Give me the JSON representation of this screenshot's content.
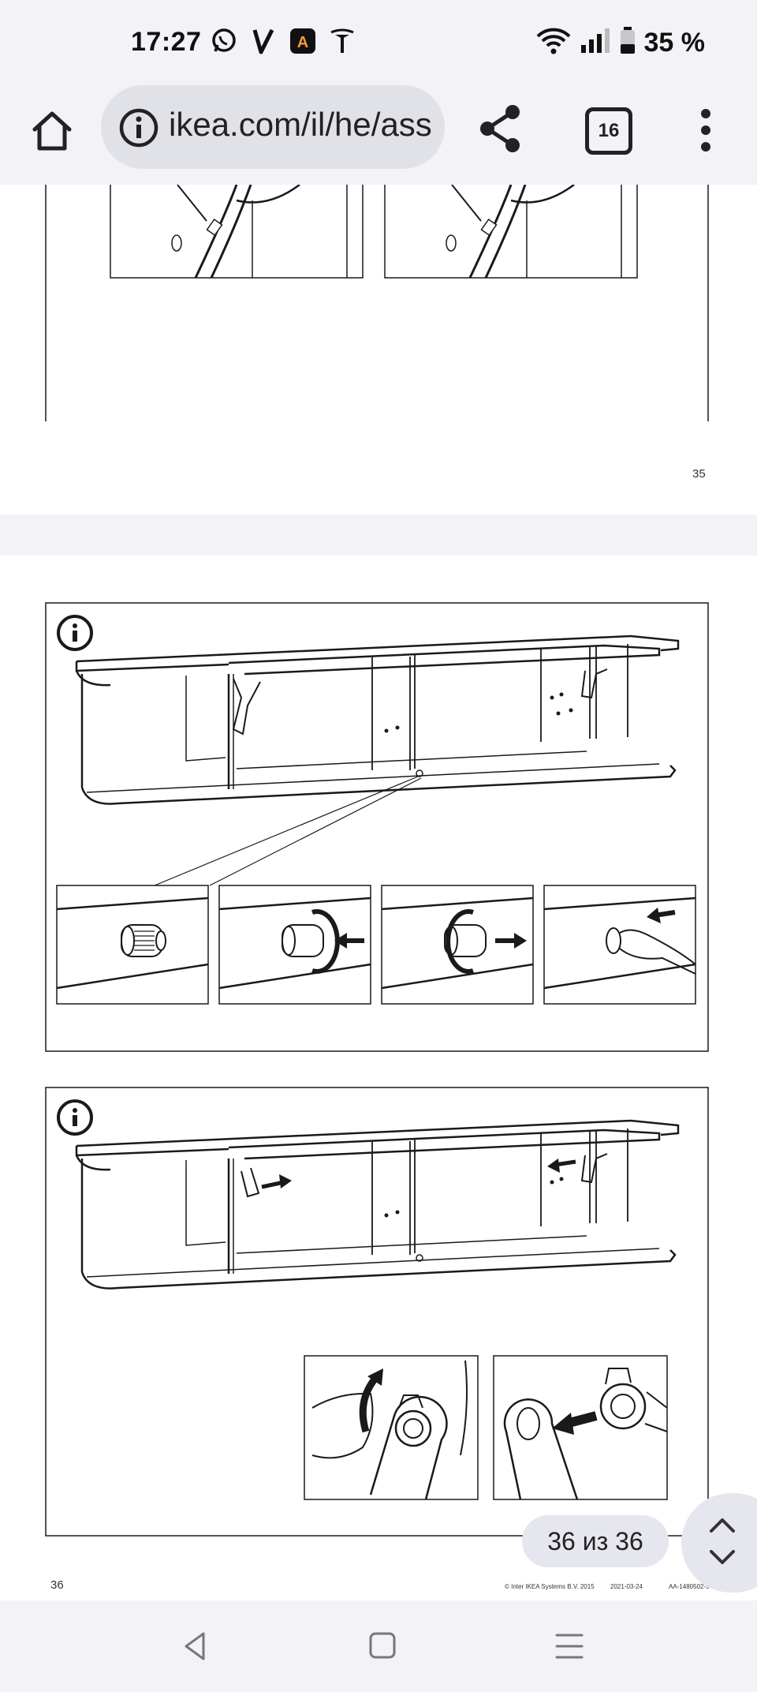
{
  "status": {
    "time": "17:27",
    "battery": "35 %",
    "left_icons": [
      "whatsapp-icon",
      "v-app-icon",
      "aliexpress-icon",
      "tesla-icon"
    ],
    "right_icons": [
      "wifi-icon",
      "signal-icon",
      "battery-icon"
    ]
  },
  "browser": {
    "url": "ikea.com/il/he/ass",
    "tab_count": "16"
  },
  "document": {
    "page35_number": "35",
    "page36_number": "36",
    "footer_copyright": "© Inter IKEA Systems B.V. 2015",
    "footer_date": "2021-03-24",
    "footer_code": "AA-1480502-5"
  },
  "viewer": {
    "page_indicator": "36 из 36"
  },
  "colors": {
    "chrome_bg": "#f2f2f7",
    "pill_bg": "#e1e1e8",
    "line": "#1a1a1a"
  }
}
